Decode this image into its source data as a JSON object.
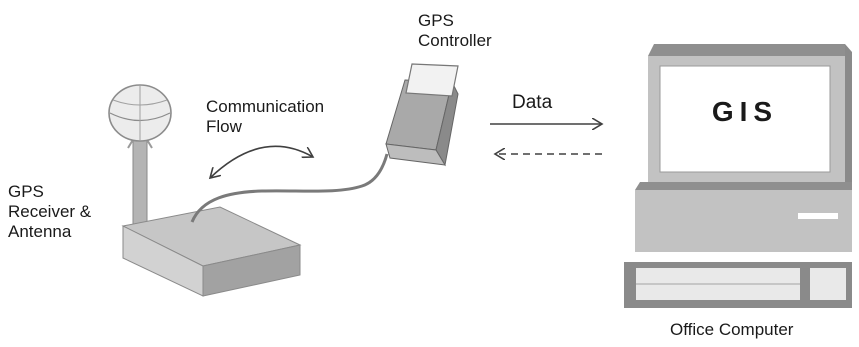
{
  "labels": {
    "gps_controller": [
      "GPS",
      "Controller"
    ],
    "communication_flow": [
      "Communication",
      "Flow"
    ],
    "gps_receiver": [
      "GPS",
      "Receiver &",
      "Antenna"
    ],
    "data": "Data",
    "screen_text": "GIS",
    "office_computer": "Office Computer"
  },
  "icons": {
    "antenna": "antenna-icon",
    "receiver": "receiver-box-icon",
    "controller": "gps-controller-icon",
    "computer": "computer-icon"
  },
  "colors": {
    "stroke": "#404040",
    "light_gray": "#c4c4c4",
    "mid_gray": "#a6a6a6",
    "dark_gray": "#8a8a8a",
    "text": "#1a1a1a"
  }
}
